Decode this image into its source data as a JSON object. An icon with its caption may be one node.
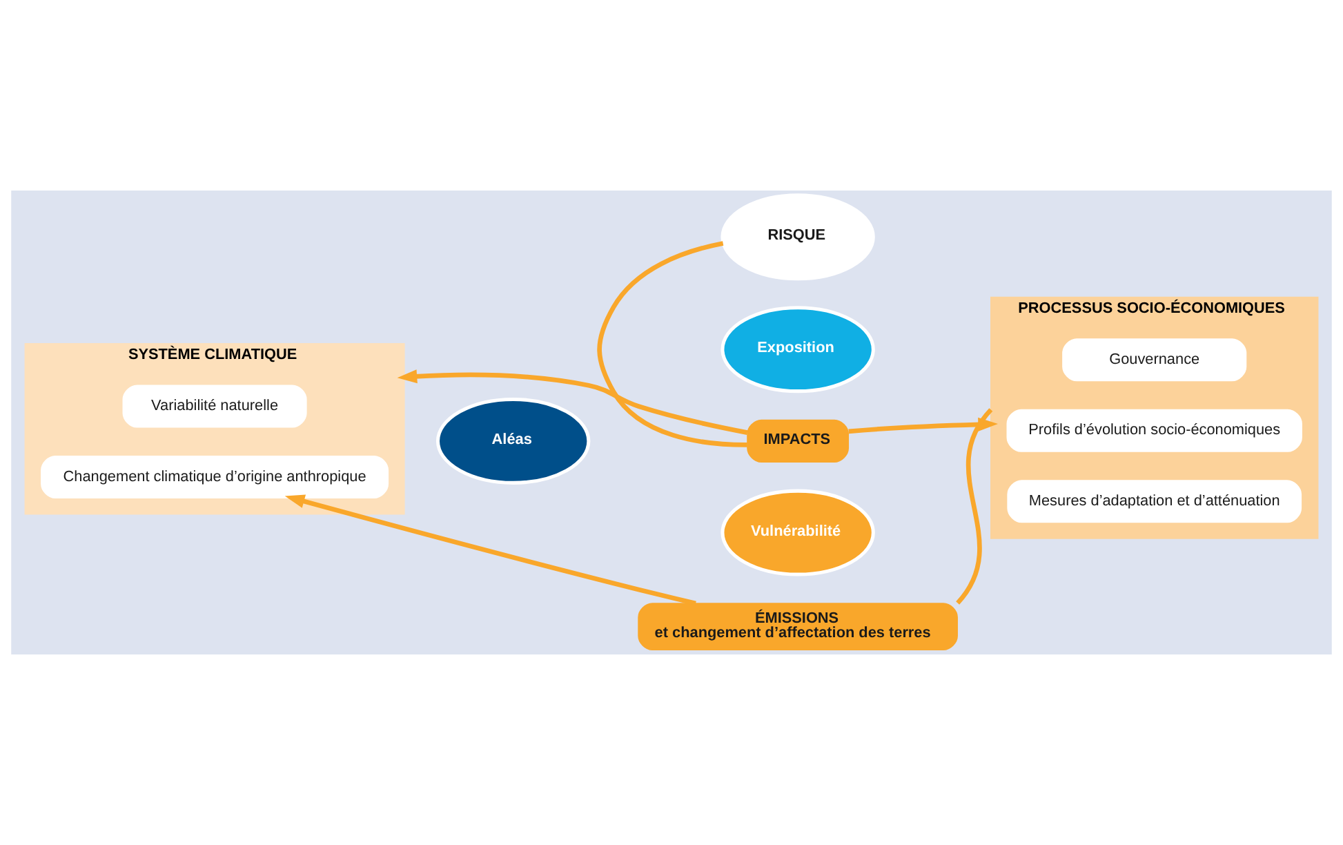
{
  "diagram": {
    "nodes": [
      {
        "text": [
          "IMPACTS"
        ]
      },
      {
        "text": [
          "SYSTÈME CLIMATIQUE"
        ]
      },
      {
        "text": [
          "Variabilité naturelle"
        ],
        "in": 1
      },
      {
        "text": [
          "Changement climatique d’origine anthropique"
        ],
        "in": 1
      },
      {
        "text": [
          "Aléas"
        ]
      },
      {
        "text": [
          "Vulnérabilité"
        ]
      },
      {
        "text": [
          "RISQUE"
        ]
      },
      {
        "text": [
          "Exposition"
        ]
      },
      {
        "text": [
          "PROCESSUS SOCIO-ÉCONOMIQUES"
        ]
      },
      {
        "text": [
          "Profils d’évolution socio-économiques"
        ],
        "in": 8
      },
      {
        "text": [
          "Mesures d’adaptation et d’atténuation"
        ],
        "in": 8
      },
      {
        "text": [
          "Gouvernance"
        ],
        "in": 8
      },
      {
        "text": [
          "ÉMISSIONS",
          "et changement d’affectation des terres"
        ]
      }
    ],
    "edges": [
      {
        "from": 0,
        "to": 1,
        "arrow": "to"
      },
      {
        "from": 0,
        "to": 8,
        "arrow": "to"
      },
      {
        "from": 6,
        "to": 0,
        "arrow": "none"
      },
      {
        "from": 8,
        "to": 12,
        "arrow": "none"
      },
      {
        "from": 12,
        "to": 3,
        "arrow": "to"
      }
    ]
  }
}
